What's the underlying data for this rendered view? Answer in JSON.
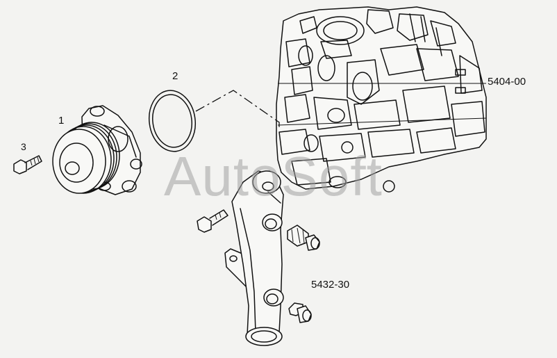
{
  "callouts": {
    "part1": "1",
    "part2": "2",
    "part3": "3",
    "engine_block_code": "5404-00",
    "pipe_code": "5432-30"
  },
  "watermark": "AutoSoft",
  "colors": {
    "background": "#f3f3f1",
    "line": "#111111",
    "watermark": "#a0a0a0"
  }
}
